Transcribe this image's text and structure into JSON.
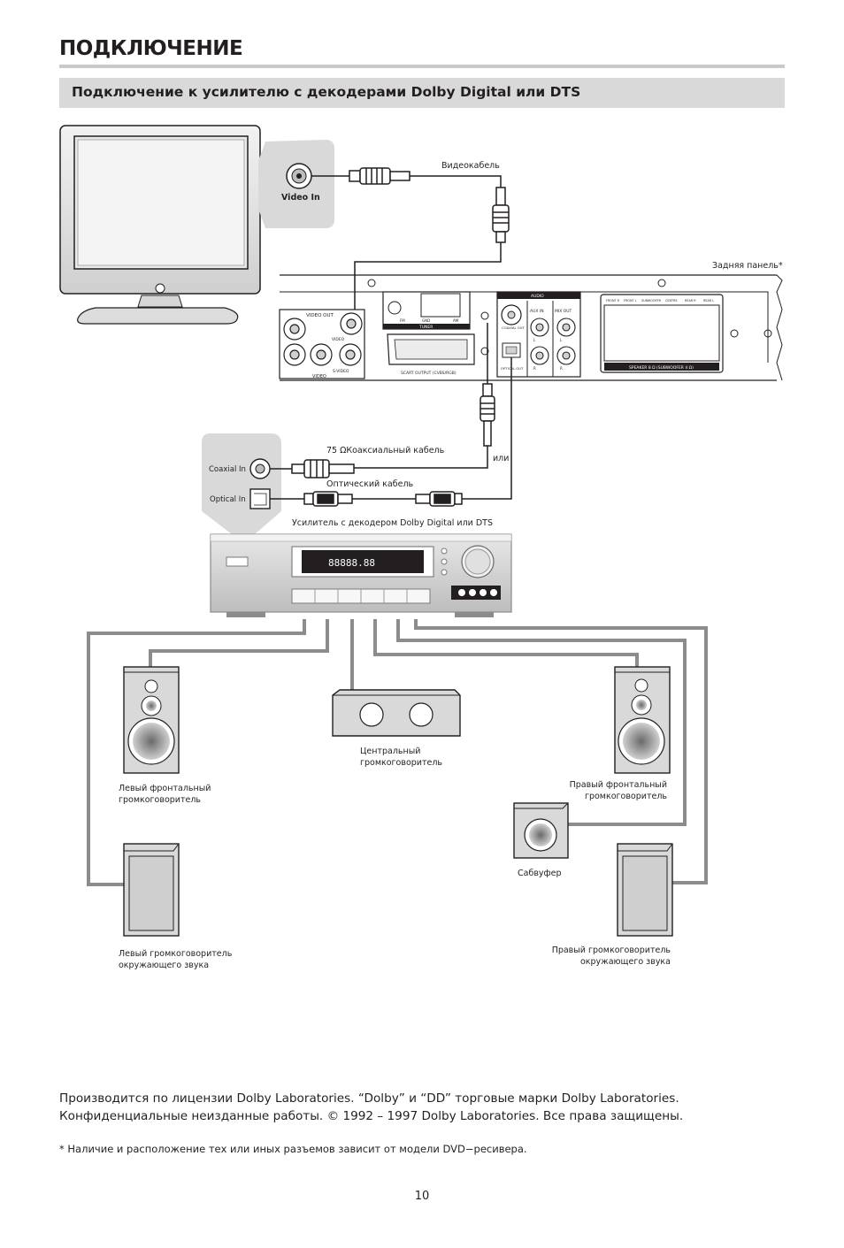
{
  "page": {
    "title": "ПОДКЛЮЧЕНИЕ",
    "section_title": "Подключение к усилителю с декодерами Dolby Digital или DTS",
    "page_number": "10"
  },
  "tv_panel": {
    "video_in": "Video In"
  },
  "cables": {
    "video_cable": "Видеокабель",
    "coaxial_cable": "75 ΩКоаксиальный кабель",
    "optical_cable": "Оптический кабель",
    "or": "или"
  },
  "rear_panel": {
    "label": "Задняя панель*",
    "video_out": "VIDEO OUT",
    "video": "VIDEO",
    "video_small": "VIDEO",
    "s_video": "S-VIDEO",
    "tuner": "TUNER",
    "fm": "FM",
    "gnd": "GND",
    "am": "AM",
    "scart": "SCART OUTPUT (CVBS/RGB)",
    "audio": "AUDIO",
    "coaxial_out": "COAXIAL OUT",
    "optical_out": "OPTICAL OUT",
    "aux_in": "AUX IN",
    "mix_out": "MIX OUT",
    "speakers": "SPEAKER 8 Ω (SUBWOOFER 4 Ω)",
    "front_r": "FRONT R",
    "front_l": "FRONT L",
    "subwoofer_t": "SUBWOOFER",
    "center_t": "CENTRE",
    "rear_r": "REAR R",
    "rear_l": "REAR L",
    "ch_l": "L",
    "ch_r": "R"
  },
  "amplifier": {
    "coaxial_in": "Coaxial In",
    "optical_in": "Optical In",
    "label": "Усилитель с декодером Dolby Digital или DTS",
    "display": "88888.88"
  },
  "speakers": {
    "left_front": [
      "Левый фронтальный",
      "громкоговоритель"
    ],
    "center": [
      "Центральный",
      "громкоговоритель"
    ],
    "right_front": [
      "Правый фронтальный",
      "громкоговоритель"
    ],
    "subwoofer": "Сабвуфер",
    "left_surround": [
      "Левый громкоговоритель",
      "окружающего звука"
    ],
    "right_surround": [
      "Правый громкоговоритель",
      "окружающего звука"
    ]
  },
  "footnotes": {
    "line1": "Производится по лицензии Dolby Laboratories. “Dolby” и “DD” торговые марки Dolby Laboratories.",
    "line2": "Конфиденциальные неизданные работы. © 1992 – 1997 Dolby Laboratories. Все права защищены.",
    "small": "* Наличие и расположение тех или иных разъемов зависит от модели DVD−ресивера."
  },
  "colors": {
    "section_bar": "#d9d9d9",
    "title_rule": "#c9c9c9",
    "speaker_wire": "#8c8c8c",
    "signal_cable": "#231f20"
  }
}
